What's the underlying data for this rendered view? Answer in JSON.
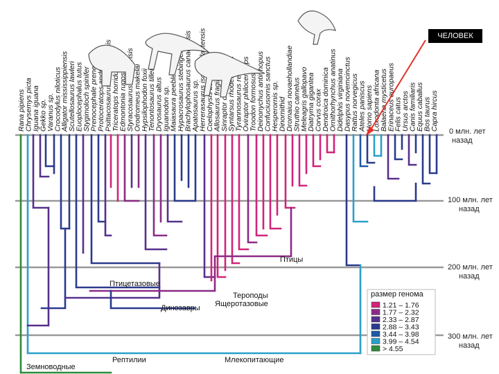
{
  "callout": {
    "text": "ЧЕЛОВЕК",
    "color": "#e0322b"
  },
  "time_marks": [
    {
      "line1": "0 млн. лет",
      "line2": "назад"
    },
    {
      "line1": "100 млн. лет",
      "line2": "назад"
    },
    {
      "line1": "200 млн. лет",
      "line2": "назад"
    },
    {
      "line1": "300 млн. лет",
      "line2": "назад"
    }
  ],
  "groups": {
    "amphibians": "Земноводные",
    "reptiles": "Рептилии",
    "mammals": "Млекопитающие",
    "ornithischians": "Птицетазовые",
    "dinosaurs": "Динозавры",
    "theropods": "Тероподы",
    "saurischians": "Ящеротазовые",
    "birds": "Птицы"
  },
  "legend": {
    "title": "размер генома",
    "entries": [
      {
        "label": "1.21 – 1.76",
        "color": "#d0247a"
      },
      {
        "label": "1.77 – 2.32",
        "color": "#8c2a86"
      },
      {
        "label": "2.33 – 2.87",
        "color": "#56308c"
      },
      {
        "label": "2.88 – 3.43",
        "color": "#2a3a8c"
      },
      {
        "label": "3.44 – 3.98",
        "color": "#1d5aa6"
      },
      {
        "label": "3.99 – 4.54",
        "color": "#2aa0c8"
      },
      {
        "label": "> 4.55",
        "color": "#2e8b3a"
      }
    ]
  },
  "taxa": [
    "Rana pipiens",
    "Chrysemys picta",
    "Iguana iguana",
    "Gekko sp.",
    "Varanus sp.",
    "Crocodylus niloticus",
    "Alligator mississippiensis",
    "Scutellosaurus lawleri",
    "Euoplocephalus tutus",
    "Stygimoloch spinifer",
    "Prenocephale prenes",
    "Protoceratops andrewsi",
    "Psittacosaurus mongoliensis",
    "Triceratops horridus",
    "Edmontonia rugosidens",
    "Styracosaurus albertensis",
    "Orodromeus makelai",
    "Hypsilophodon foxii",
    "Tenontosaurus tilletti",
    "Dryosaurus altus",
    "Iguanodon sp.",
    "Maiasaura peeblesorum",
    "Hypacrosaurus stebingeri",
    "Brachylophosaurus canadensis",
    "Apatosaurus sp.",
    "Herrerasaurus ischigualastensis",
    "Coelophysis bauri",
    "Allosaurus fragilis",
    "Sinraptor dongi",
    "Syntarsus rhodesiensis",
    "Tyrannosaurus rex",
    "Oviraptor philoceratops",
    "Troodon formosus",
    "Deinonychus antirrhopus",
    "Confuciusornis sanctus",
    "Hesperornis sp.",
    "Dinornithid",
    "Dromaius novaehollandiae",
    "Struthio camelus",
    "Meleagris gallopavo",
    "Diatryma gigantea",
    "Corvus corax",
    "Dendroica dominica",
    "Ornithorhynchus anatinus",
    "Didelphis virginiana",
    "Dasypus novemcinctus",
    "Rattus norvegicus",
    "Ateles paniscus",
    "Homo sapiens",
    "Loxodonta africana",
    "Balaena mysticetus",
    "Erinaceus europaeus",
    "Felis catus",
    "Ursus arctos",
    "Canis familiaris",
    "Equus caballus",
    "Bos taurus",
    "Capra hircus"
  ]
}
